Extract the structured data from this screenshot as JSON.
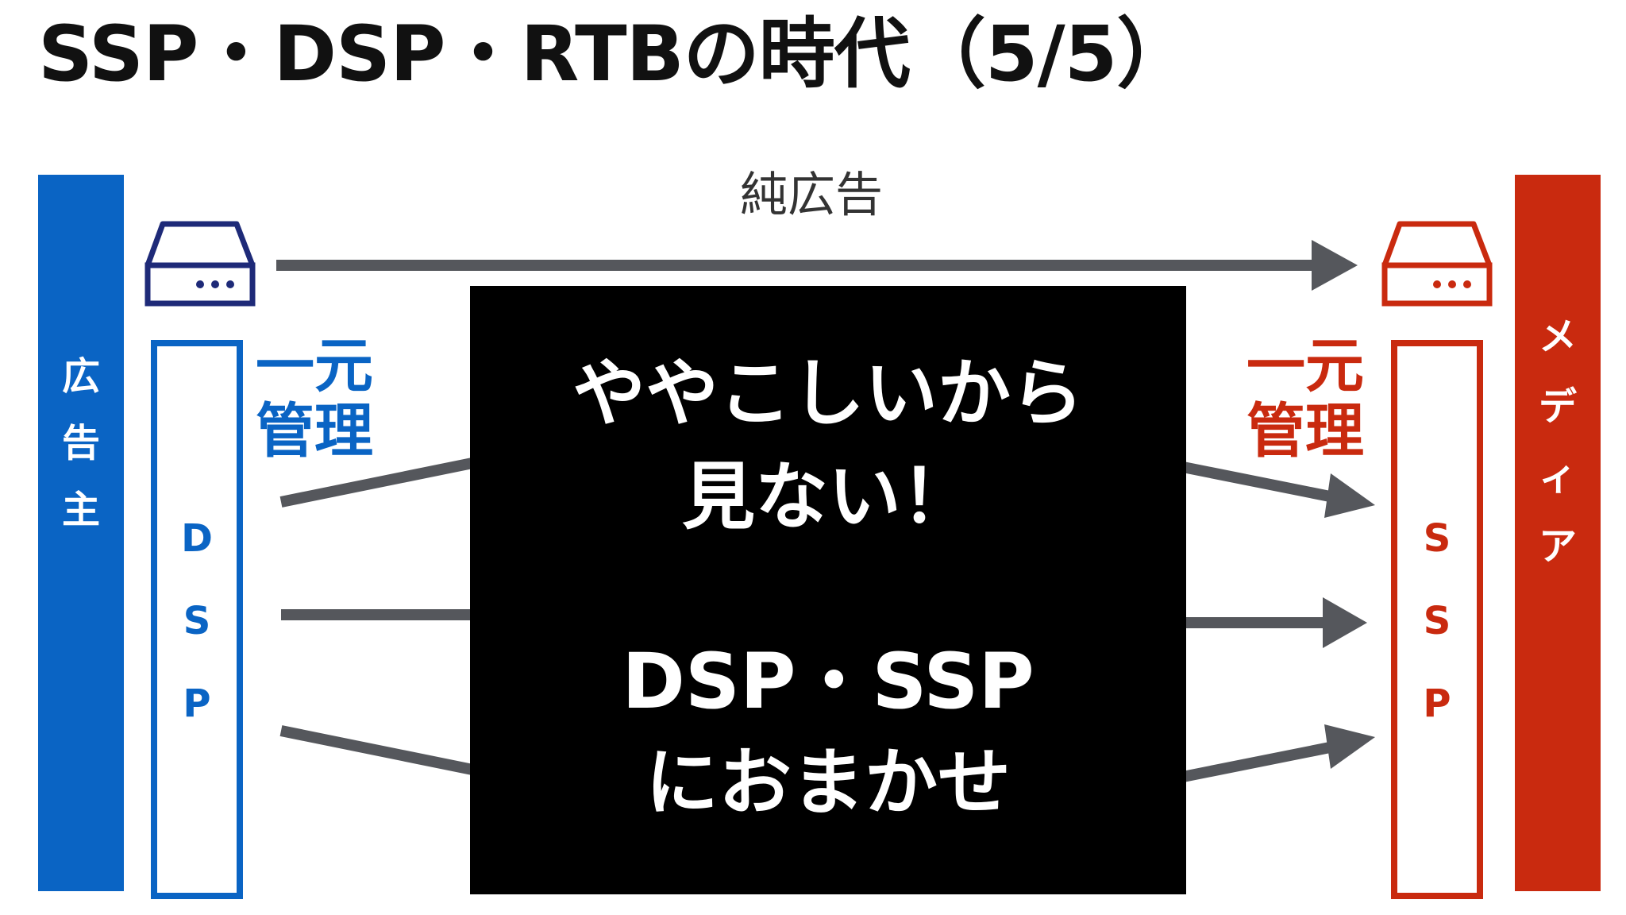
{
  "title": "SSP・DSP・RTBの時代（5/5）",
  "advertiser_bar": {
    "label_chars": [
      "広",
      "告",
      "主"
    ],
    "color": "#0a64c4"
  },
  "media_bar": {
    "label_chars": [
      "メ",
      "デ",
      "ィ",
      "ア"
    ],
    "color": "#c92a0f"
  },
  "dsp_panel": {
    "label_chars": [
      "D",
      "S",
      "P"
    ]
  },
  "ssp_panel": {
    "label_chars": [
      "S",
      "S",
      "P"
    ]
  },
  "unified_management_left": {
    "line1": "一元",
    "line2": "管理"
  },
  "unified_management_right": {
    "line1": "一元",
    "line2": "管理"
  },
  "pure_ad_label": "純広告",
  "overlay": {
    "line1": "ややこしいから",
    "line2": "見ない！",
    "line3": "DSP・SSP",
    "line4": "におまかせ"
  },
  "icons": {
    "advertiser_server": "server-icon",
    "media_server": "server-icon"
  },
  "colors": {
    "blue": "#0a64c4",
    "red": "#c92a0f",
    "arrow": "#55575c"
  }
}
